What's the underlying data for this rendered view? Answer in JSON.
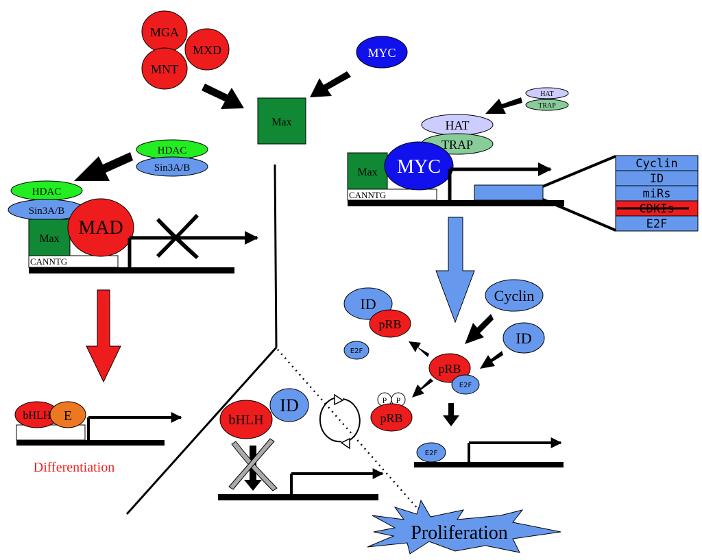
{
  "colors": {
    "red": "#ee1c1c",
    "blue_protein": "#6699ee",
    "myc_blue": "#1111ee",
    "max_green": "#118833",
    "hdac_green": "#22ee22",
    "trap_green": "#88cc99",
    "hat_lavender": "#ccccff",
    "e_orange": "#ee7722",
    "arrow_blue": "#6699ee",
    "differentiation_text": "#ee2222"
  },
  "top": {
    "mga": "MGA",
    "mxd": "MXD",
    "mnt": "MNT",
    "myc": "MYC",
    "max": "Max"
  },
  "repression": {
    "hdac_free": "HDAC",
    "sin3_free": "Sin3A/B",
    "hdac": "HDAC",
    "sin3": "Sin3A/B",
    "max": "Max",
    "mad": "MAD",
    "ebox": "CANNTG"
  },
  "activation": {
    "hat_small": "HAT",
    "trap_small": "TRAP",
    "hat": "HAT",
    "trap": "TRAP",
    "max": "Max",
    "myc": "MYC",
    "ebox": "CANNTG",
    "targets": [
      "Cyclin",
      "ID",
      "miRs",
      "CDKIs",
      "E2F"
    ]
  },
  "differentiation": {
    "bhlh": "bHLH",
    "e": "E",
    "label": "Differentiation"
  },
  "rb": {
    "id_top": "ID",
    "prb_top": "pRB",
    "e2f_free": "E2F",
    "cyclin": "Cyclin",
    "id_right": "ID",
    "prb_center": "pRB",
    "e2f_bound": "E2F",
    "p1": "P",
    "p2": "P",
    "prb_phos": "pRB",
    "e2f_promoter": "E2F"
  },
  "center": {
    "bhlh": "bHLH",
    "id": "ID",
    "proliferation": "Proliferation"
  }
}
